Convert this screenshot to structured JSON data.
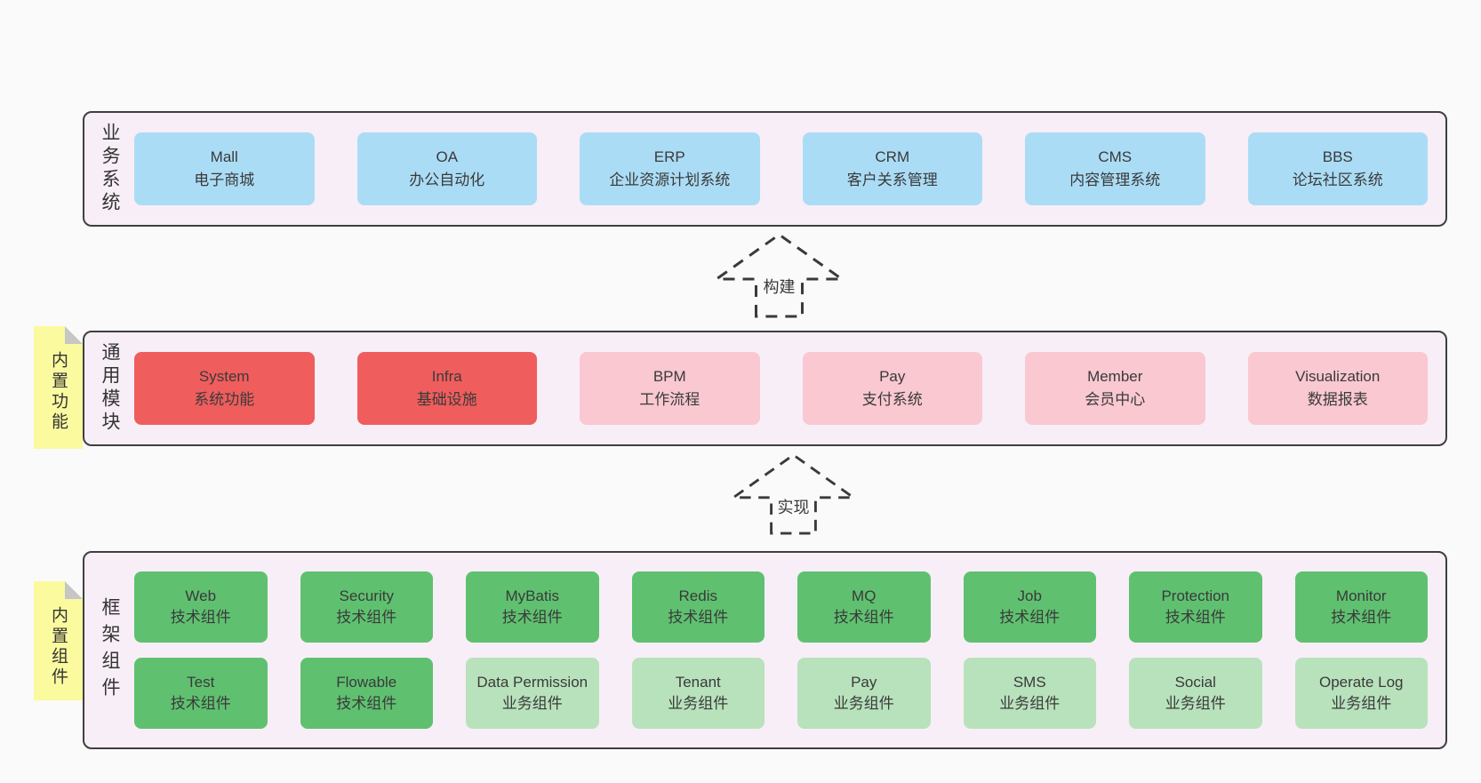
{
  "colors": {
    "page-bg": "#fafafa",
    "panel-bg": "#f8eef7",
    "panel-border": "#3f3f3f",
    "blue-box": "#abdcf5",
    "red-box": "#f05d5d",
    "pink-box": "#f9c8d1",
    "green-box": "#5fc170",
    "light-green-box": "#b8e2bc",
    "note-bg": "#fbfa9f",
    "note-fold": "#c6c6c6",
    "text": "#3a3a3a"
  },
  "sections": {
    "business": {
      "label": "业务系统",
      "items": [
        {
          "en": "Mall",
          "zh": "电子商城"
        },
        {
          "en": "OA",
          "zh": "办公自动化"
        },
        {
          "en": "ERP",
          "zh": "企业资源计划系统"
        },
        {
          "en": "CRM",
          "zh": "客户关系管理"
        },
        {
          "en": "CMS",
          "zh": "内容管理系统"
        },
        {
          "en": "BBS",
          "zh": "论坛社区系统"
        }
      ]
    },
    "modules": {
      "label": "通用模块",
      "note": "内置功能",
      "items": [
        {
          "en": "System",
          "zh": "系统功能"
        },
        {
          "en": "Infra",
          "zh": "基础设施"
        },
        {
          "en": "BPM",
          "zh": "工作流程"
        },
        {
          "en": "Pay",
          "zh": "支付系统"
        },
        {
          "en": "Member",
          "zh": "会员中心"
        },
        {
          "en": "Visualization",
          "zh": "数据报表"
        }
      ]
    },
    "components": {
      "label": "框架组件",
      "note": "内置组件",
      "row1": [
        {
          "en": "Web",
          "zh": "技术组件"
        },
        {
          "en": "Security",
          "zh": "技术组件"
        },
        {
          "en": "MyBatis",
          "zh": "技术组件"
        },
        {
          "en": "Redis",
          "zh": "技术组件"
        },
        {
          "en": "MQ",
          "zh": "技术组件"
        },
        {
          "en": "Job",
          "zh": "技术组件"
        },
        {
          "en": "Protection",
          "zh": "技术组件"
        },
        {
          "en": "Monitor",
          "zh": "技术组件"
        }
      ],
      "row2": [
        {
          "en": "Test",
          "zh": "技术组件"
        },
        {
          "en": "Flowable",
          "zh": "技术组件"
        },
        {
          "en": "Data Permission",
          "zh": "业务组件"
        },
        {
          "en": "Tenant",
          "zh": "业务组件"
        },
        {
          "en": "Pay",
          "zh": "业务组件"
        },
        {
          "en": "SMS",
          "zh": "业务组件"
        },
        {
          "en": "Social",
          "zh": "业务组件"
        },
        {
          "en": "Operate Log",
          "zh": "业务组件"
        }
      ]
    }
  },
  "arrows": [
    {
      "label": "构建"
    },
    {
      "label": "实现"
    }
  ]
}
